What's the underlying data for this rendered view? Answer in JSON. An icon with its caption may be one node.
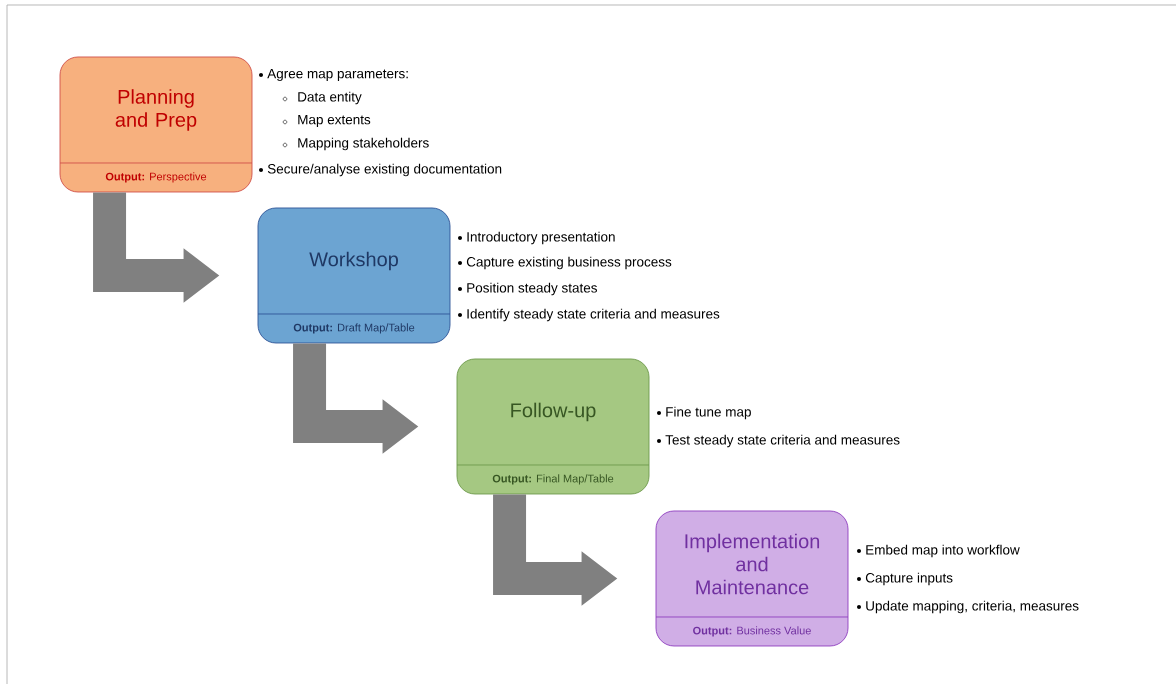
{
  "diagram": {
    "nodes": [
      {
        "text": [
          "Planning and Prep",
          "**Output:** Perspective"
        ],
        "beside": [
          "Agree map parameters:",
          "Data entity",
          "Map extents",
          "Mapping stakeholders",
          "Secure/analyse existing documentation"
        ]
      },
      {
        "text": [
          "Workshop",
          "**Output:** Draft Map/Table"
        ],
        "beside": [
          "Introductory presentation",
          "Capture existing business process",
          "Position steady states",
          "Identify steady state criteria and measures"
        ]
      },
      {
        "text": [
          "Follow-up",
          "**Output:** Final Map/Table"
        ],
        "beside": [
          "Fine tune map",
          "Test steady state criteria and measures"
        ]
      },
      {
        "text": [
          "Implementation and Maintenance",
          "**Output:** Business Value"
        ],
        "beside": [
          "Embed map into workflow",
          "Capture inputs",
          "Update mapping, criteria, measures"
        ]
      }
    ],
    "edges": [
      {
        "from": 0,
        "to": 1,
        "arrow": "to"
      },
      {
        "from": 1,
        "to": 2,
        "arrow": "to"
      },
      {
        "from": 2,
        "to": 3,
        "arrow": "to"
      }
    ]
  }
}
